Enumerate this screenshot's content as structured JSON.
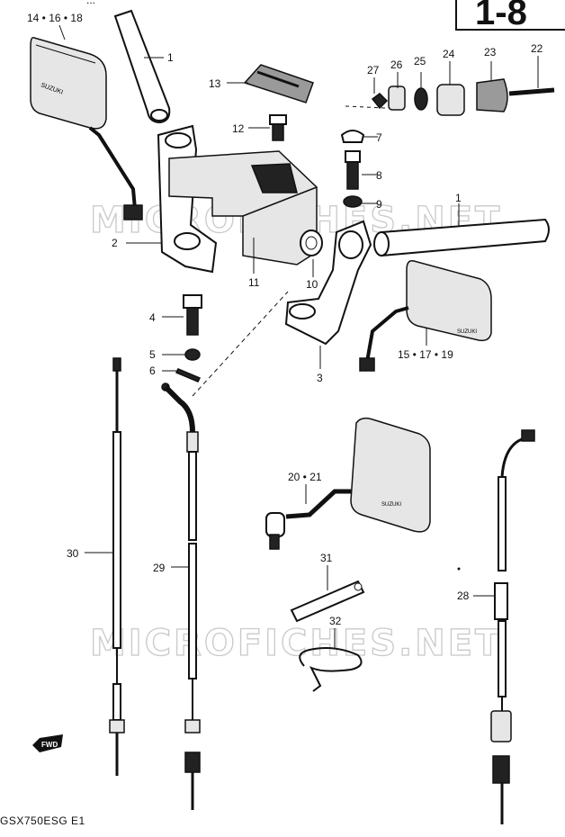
{
  "page_box_text": "1-8",
  "top_cut_text": "...",
  "watermark": "MICROFICHES.NET",
  "model_code": "GSX750ESG  E1",
  "fwd_label": "FWD",
  "callouts": {
    "c1_top": "1",
    "c14": "14 • 16 • 18",
    "c13": "13",
    "c12": "12",
    "c2": "2",
    "c11": "11",
    "c10": "10",
    "c3": "3",
    "c4": "4",
    "c5": "5",
    "c6": "6",
    "c7": "7",
    "c8": "8",
    "c9": "9",
    "c1_right": "1",
    "c27": "27",
    "c26": "26",
    "c25": "25",
    "c24": "24",
    "c23": "23",
    "c22": "22",
    "c15": "15 • 17 • 19",
    "c20": "20 • 21",
    "c31": "31",
    "c32": "32",
    "c30": "30",
    "c29": "29",
    "c28": "28"
  },
  "mirror_brand": "SUZUKI"
}
